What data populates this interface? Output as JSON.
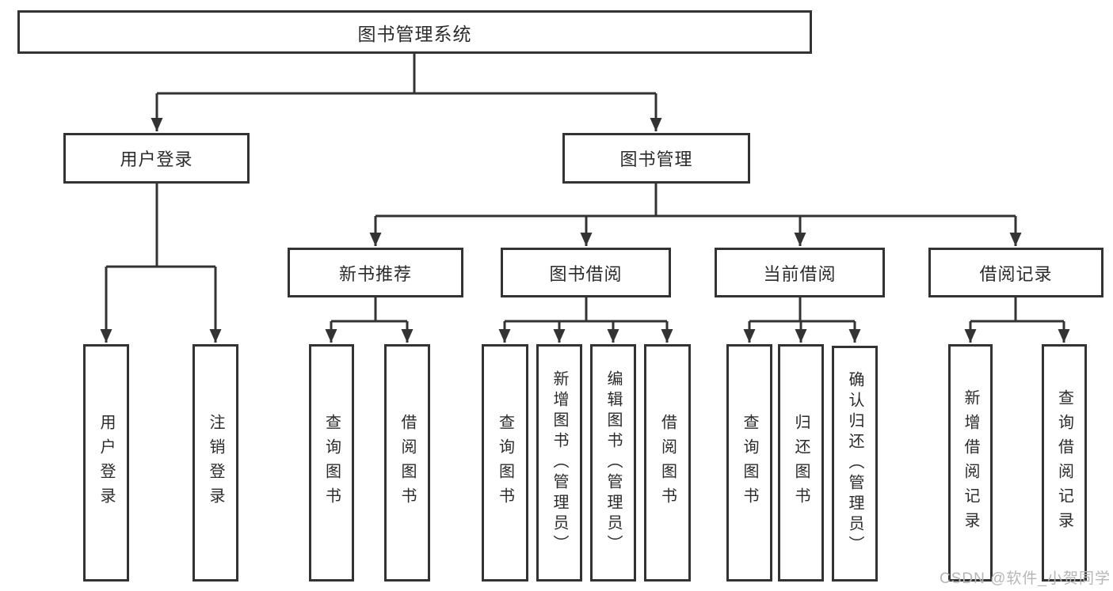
{
  "diagram_type": "tree",
  "tree": {
    "root": {
      "label": "图书管理系统"
    },
    "children": [
      {
        "label": "用户登录",
        "children": [
          {
            "label": "用户登录"
          },
          {
            "label": "注销登录"
          }
        ]
      },
      {
        "label": "图书管理",
        "children": [
          {
            "label": "新书推荐",
            "children": [
              {
                "label": "查询图书"
              },
              {
                "label": "借阅图书"
              }
            ]
          },
          {
            "label": "图书借阅",
            "children": [
              {
                "label": "查询图书"
              },
              {
                "label": "新增图书（管理员）"
              },
              {
                "label": "编辑图书（管理员）"
              },
              {
                "label": "借阅图书"
              }
            ]
          },
          {
            "label": "当前借阅",
            "children": [
              {
                "label": "查询图书"
              },
              {
                "label": "归还图书"
              },
              {
                "label": "确认归还（管理员）"
              }
            ]
          },
          {
            "label": "借阅记录",
            "children": [
              {
                "label": "新增借阅记录"
              },
              {
                "label": "查询借阅记录"
              }
            ]
          }
        ]
      }
    ]
  },
  "watermark": "CSDN @软件_小贺同学",
  "colors": {
    "line": "#333333",
    "text": "#2b2b2b",
    "watermark": "#b6b6b6",
    "background": "#ffffff"
  }
}
